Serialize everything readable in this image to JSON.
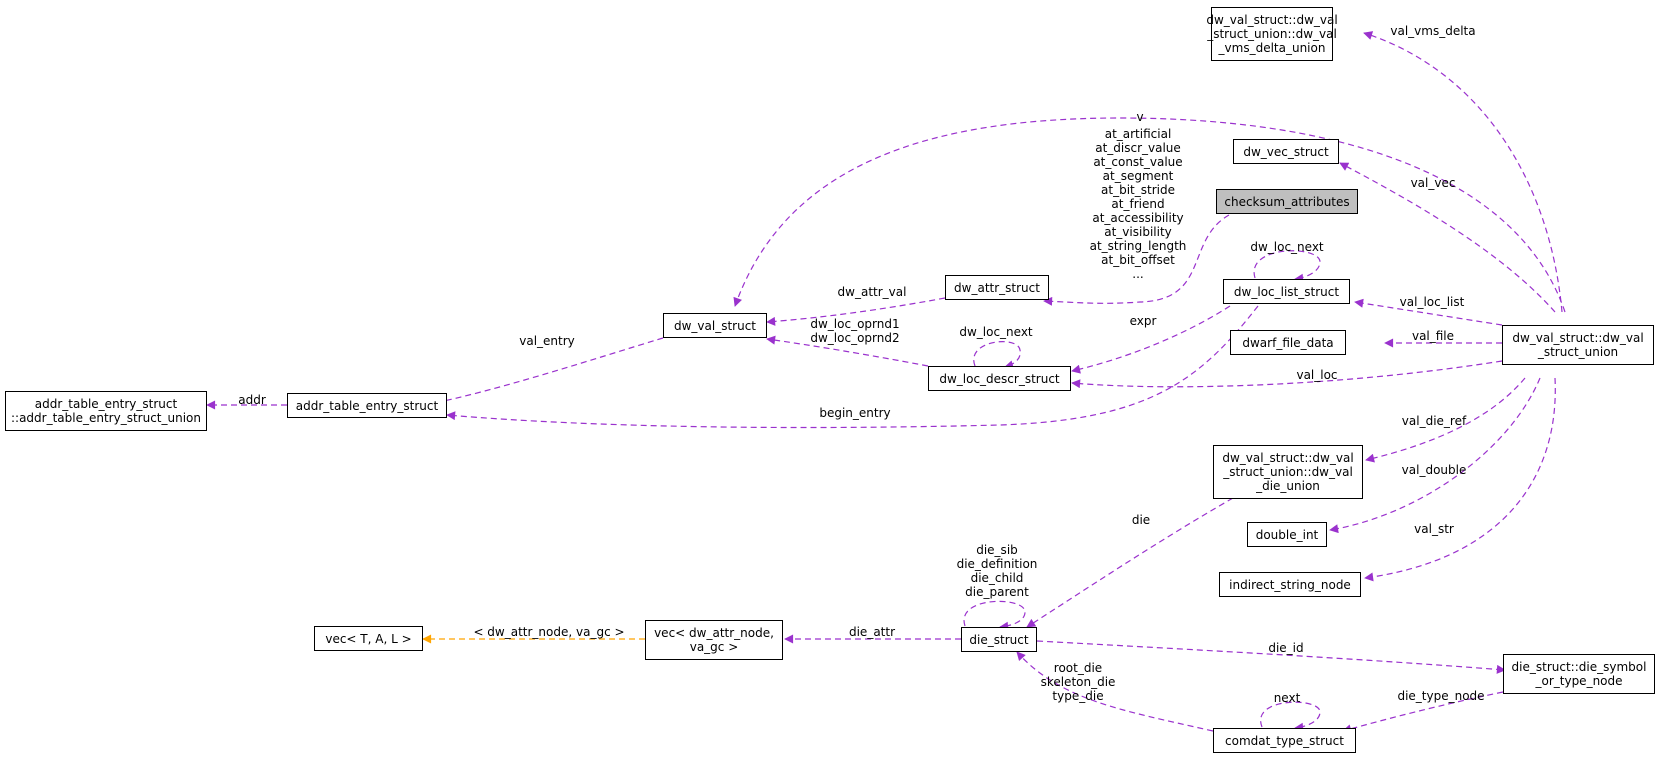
{
  "colors": {
    "member_edge": "#9a32cd",
    "template_edge": "#ffa500",
    "highlight_fill": "#bfbfbf"
  },
  "nodes": {
    "n_vms": [
      "dw_val_struct::dw_val",
      "_struct_union::dw_val",
      "_vms_delta_union"
    ],
    "n_vec": [
      "dw_vec_struct"
    ],
    "n_checksum": [
      "checksum_attributes"
    ],
    "n_loclist": [
      "dw_loc_list_struct"
    ],
    "n_attr": [
      "dw_attr_struct"
    ],
    "n_valstruct": [
      "dw_val_struct"
    ],
    "n_union": [
      "dw_val_struct::dw_val",
      "_struct_union"
    ],
    "n_dwarf": [
      "dwarf_file_data"
    ],
    "n_locdescr": [
      "dw_loc_descr_struct"
    ],
    "n_addrunion": [
      "addr_table_entry_struct",
      "::addr_table_entry_struct_union"
    ],
    "n_addr": [
      "addr_table_entry_struct"
    ],
    "n_dieunion": [
      "dw_val_struct::dw_val",
      "_struct_union::dw_val",
      "_die_union"
    ],
    "n_double": [
      "double_int"
    ],
    "n_indirect": [
      "indirect_string_node"
    ],
    "n_vectal": [
      "vec< T, A, L >"
    ],
    "n_vecattr": [
      "vec< dw_attr_node,",
      " va_gc >"
    ],
    "n_die": [
      "die_struct"
    ],
    "n_symbol": [
      "die_struct::die_symbol",
      "_or_type_node"
    ],
    "n_comdat": [
      "comdat_type_struct"
    ]
  },
  "edge_labels": {
    "val_vms_delta": "val_vms_delta",
    "v": "v",
    "attrs": [
      "at_artificial",
      "at_discr_value",
      "at_const_value",
      "at_segment",
      "at_bit_stride",
      "at_friend",
      "at_accessibility",
      "at_visibility",
      "at_string_length",
      "at_bit_offset",
      "..."
    ],
    "val_vec": "val_vec",
    "dw_loc_next_list": "dw_loc_next",
    "dw_attr_val": "dw_attr_val",
    "val_entry": "val_entry",
    "oprnd1": "dw_loc_oprnd1",
    "oprnd2": "dw_loc_oprnd2",
    "dw_loc_next_descr": "dw_loc_next",
    "expr": "expr",
    "val_loc_list": "val_loc_list",
    "val_file": "val_file",
    "val_loc": "val_loc",
    "addr": "addr",
    "begin_entry": "begin_entry",
    "val_die_ref": "val_die_ref",
    "val_double": "val_double",
    "die": "die",
    "val_str": "val_str",
    "die_self": [
      "die_sib",
      "die_definition",
      "die_child",
      "die_parent"
    ],
    "template_args": "< dw_attr_node, va_gc >",
    "die_attr": "die_attr",
    "die_id": "die_id",
    "die_refs": [
      "root_die",
      "skeleton_die",
      "type_die"
    ],
    "next": "next",
    "die_type_node": "die_type_node"
  }
}
